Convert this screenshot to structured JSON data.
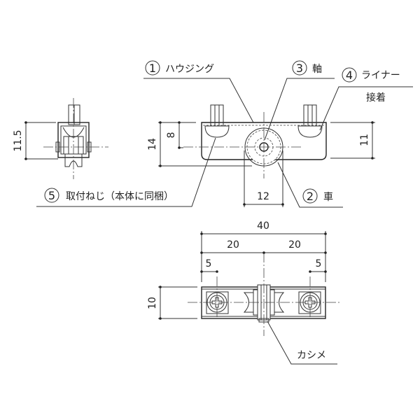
{
  "labels": {
    "housing": {
      "num": "1",
      "text": "ハウジング"
    },
    "wheel": {
      "num": "2",
      "text": "車"
    },
    "axle": {
      "num": "3",
      "text": "軸"
    },
    "liner": {
      "num": "4",
      "text": "ライナー",
      "note": "接着"
    },
    "screw": {
      "num": "5",
      "text": "取付ねじ（本体に同梱）"
    },
    "caulk": {
      "text": "カシメ"
    }
  },
  "dimensions": {
    "left_height": "11.5",
    "side_total_height": "14",
    "side_axle_height": "8",
    "side_right_height": "11",
    "wheel_width": "12",
    "total_length": "40",
    "half_left": "20",
    "half_right": "20",
    "screw_offset_left": "5",
    "screw_offset_right": "5",
    "bottom_width": "10"
  }
}
